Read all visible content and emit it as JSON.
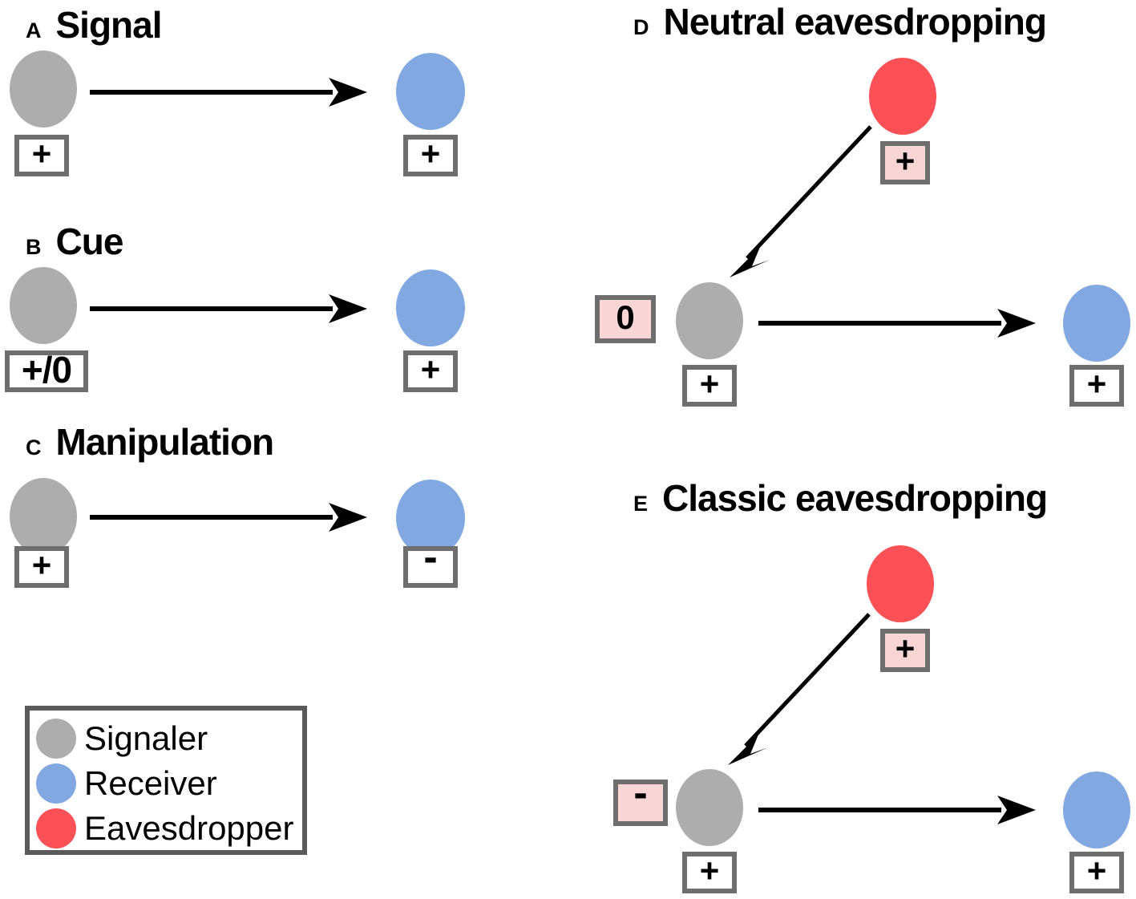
{
  "figure": {
    "background": "#ffffff",
    "colors": {
      "signaler": "#adadad",
      "receiver": "#82a8e2",
      "eavesdropper": "#fb5055",
      "box_border": "#6e6e6e",
      "box_fill_neutral": "#ffffff",
      "box_fill_pink": "#f9d6d6",
      "arrow": "#000000",
      "text": "#000000"
    }
  },
  "panels": {
    "a": {
      "letter": "A",
      "title": "Signal",
      "signaler": {
        "role": "Signaler",
        "valence": "+"
      },
      "receiver": {
        "role": "Receiver",
        "valence": "+"
      }
    },
    "b": {
      "letter": "B",
      "title": "Cue",
      "signaler": {
        "role": "Signaler",
        "valence": "+/0"
      },
      "receiver": {
        "role": "Receiver",
        "valence": "+"
      }
    },
    "c": {
      "letter": "C",
      "title": "Manipulation",
      "signaler": {
        "role": "Signaler",
        "valence": "+"
      },
      "receiver": {
        "role": "Receiver",
        "valence": "-"
      }
    },
    "d": {
      "letter": "D",
      "title": "Neutral eavesdropping",
      "eavesdropper": {
        "role": "Eavesdropper",
        "valence": "+"
      },
      "signaler": {
        "role": "Signaler",
        "valence": "+",
        "eavesdrop_effect": "0"
      },
      "receiver": {
        "role": "Receiver",
        "valence": "+"
      }
    },
    "e": {
      "letter": "E",
      "title": "Classic eavesdropping",
      "eavesdropper": {
        "role": "Eavesdropper",
        "valence": "+"
      },
      "signaler": {
        "role": "Signaler",
        "valence": "+",
        "eavesdrop_effect": "-"
      },
      "receiver": {
        "role": "Receiver",
        "valence": "+"
      }
    }
  },
  "legend": {
    "items": [
      {
        "label": "Signaler",
        "color": "#adadad"
      },
      {
        "label": "Receiver",
        "color": "#82a8e2"
      },
      {
        "label": "Eavesdropper",
        "color": "#fb5055"
      }
    ]
  }
}
